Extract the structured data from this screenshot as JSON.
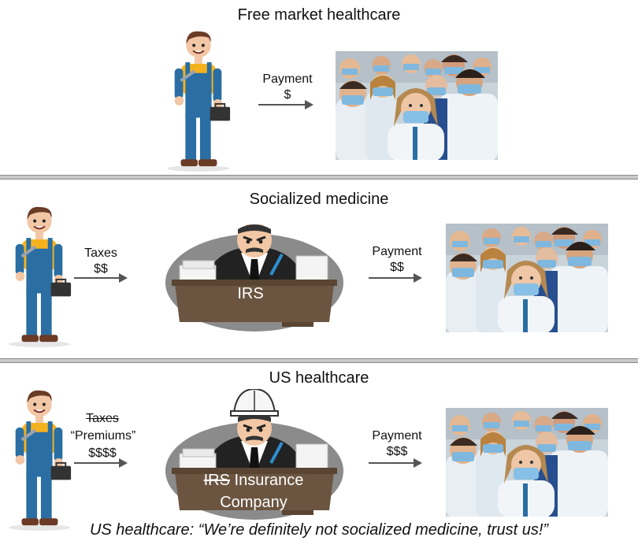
{
  "panel1": {
    "title": "Free market healthcare",
    "payment_label": "Payment",
    "payment_amount": "$"
  },
  "panel2": {
    "title": "Socialized medicine",
    "taxes_label": "Taxes",
    "taxes_amount": "$$",
    "desk_label": "IRS",
    "payment_label": "Payment",
    "payment_amount": "$$"
  },
  "panel3": {
    "title": "US healthcare",
    "taxes_struck": "Taxes",
    "premiums_label": "“Premiums”",
    "premiums_amount": "$$$$",
    "desk_struck": "IRS",
    "desk_label_1": "Insurance",
    "desk_label_2": "Company",
    "payment_label": "Payment",
    "payment_amount": "$$$"
  },
  "caption": "US healthcare: “We’re definitely not socialized medicine, trust us!”",
  "colors": {
    "worker_shirt": "#f5b21f",
    "worker_overalls": "#2a6ea3",
    "desk": "#6b5541",
    "desk_shadow": "#8b8b8b",
    "scrubs": "#dfe8ef",
    "masks": "#7fb8df",
    "arrow": "#555555"
  }
}
